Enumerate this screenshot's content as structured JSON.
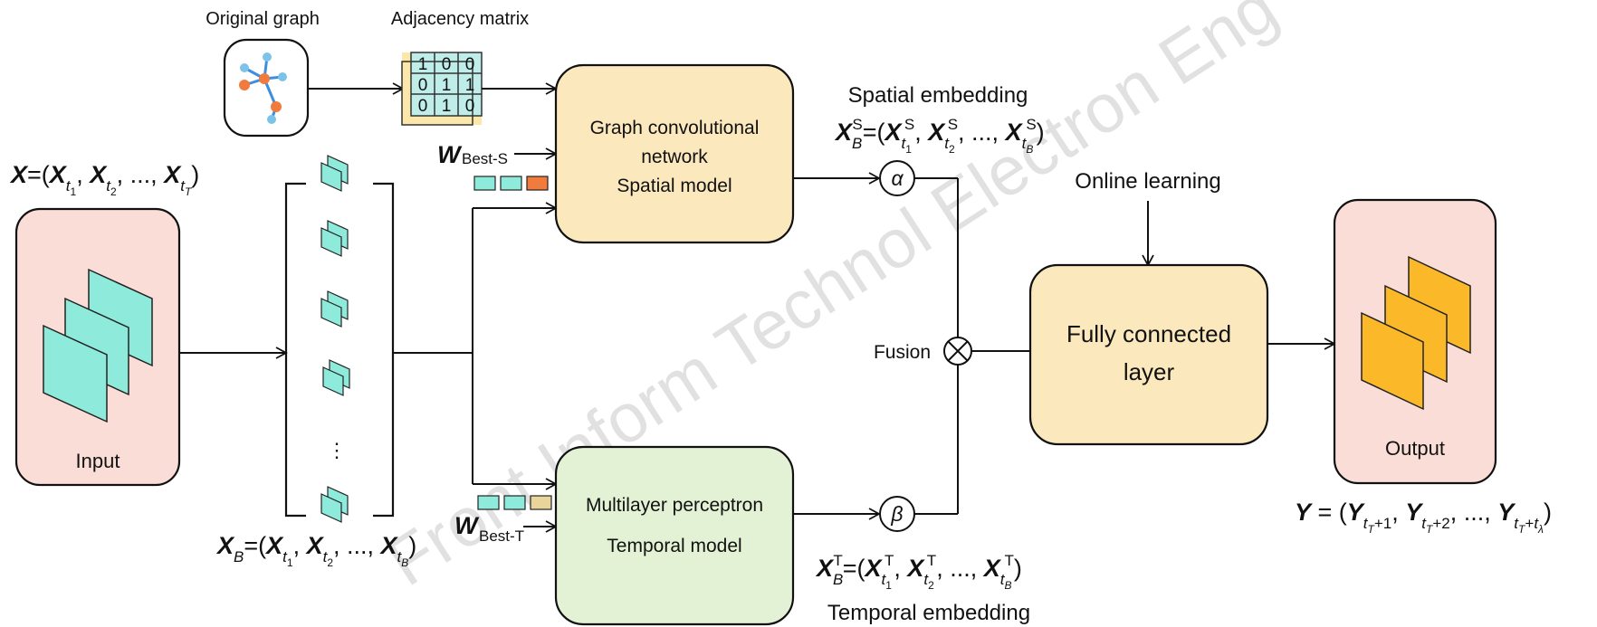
{
  "labels": {
    "original_graph": "Original graph",
    "adjacency_matrix": "Adjacency matrix",
    "spatial_embedding": "Spatial embedding",
    "online_learning": "Online learning",
    "temporal_embedding": "Temporal embedding",
    "fusion": "Fusion",
    "input": "Input",
    "output": "Output",
    "gcn_line1": "Graph convolutional",
    "gcn_line2": "network",
    "gcn_line3": "Spatial model",
    "mlp_line1": "Multilayer perceptron",
    "mlp_line2": "Temporal model",
    "fc_line1": "Fully connected",
    "fc_line2": "layer",
    "alpha": "α",
    "beta": "β",
    "ellipsis_v": "⋮",
    "w_best_s_sub": "Best-S",
    "w_best_t_sub": "Best-T",
    "watermark": "Front Inform Technol Electron Eng"
  },
  "adjacency_matrix": [
    [
      "1",
      "0",
      "0"
    ],
    [
      "0",
      "1",
      "1"
    ],
    [
      "0",
      "1",
      "0"
    ]
  ],
  "colors": {
    "input_box": "#f9ddd6",
    "output_box": "#f9ddd6",
    "gcn_box": "#fce8bd",
    "mlp_box": "#e3f2d5",
    "fc_box": "#fce8bd",
    "tile_teal": "#8eeadb",
    "tile_orange": "#fbb828",
    "node_orange": "#f07b3c",
    "node_blue": "#7dc3e8",
    "matrix_teal": "#bfeeea",
    "matrix_yellow": "#fbe7a9"
  }
}
